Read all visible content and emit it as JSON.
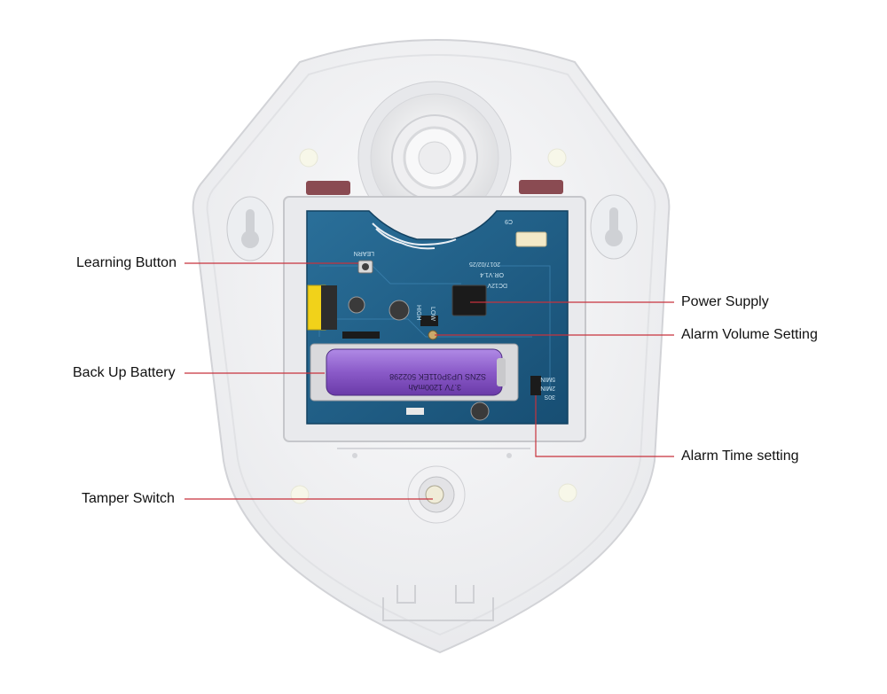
{
  "callouts": {
    "learning_button": "Learning Button",
    "back_up_battery": "Back Up Battery",
    "tamper_switch": "Tamper Switch",
    "power_supply": "Power Supply",
    "alarm_volume_setting": "Alarm Volume Setting",
    "alarm_time_setting": "Alarm Time setting"
  },
  "pcb": {
    "learn_label": "LEARN",
    "dc_label": "DC12V",
    "date_label": "2017/02/25",
    "version_label": "OR.V1.4",
    "c9_label": "C9",
    "high_label": "HIGH",
    "low_label": "LOW",
    "time_a": "30S",
    "time_b": "2MIN",
    "time_c": "5MIN",
    "battery_text_1": "SZNS UP3P011EK 502298",
    "battery_text_2": "3.7V 1200mAh"
  },
  "colors": {
    "leader_line": "#c8323c",
    "housing": "#f3f3f4",
    "pcb": "#1d5d86",
    "battery": "#8a5ac8"
  }
}
